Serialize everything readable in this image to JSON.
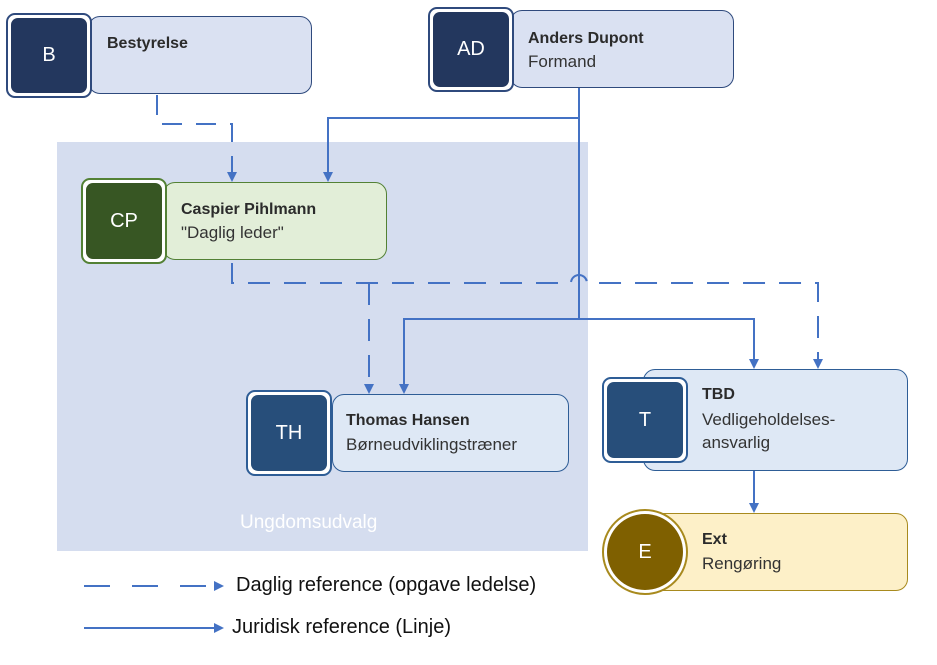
{
  "colors": {
    "connector": "#4472c4",
    "group_bg": "#d5ddef",
    "navy": "#23375e",
    "blue": "#274e7a",
    "green": "#375623",
    "gold": "#7f6000"
  },
  "group": {
    "label": "Ungdomsudvalg"
  },
  "nodes": {
    "bestyrelse": {
      "initials": "B",
      "name": "Bestyrelse",
      "role": ""
    },
    "anders": {
      "initials": "AD",
      "name": "Anders Dupont",
      "role": "Formand"
    },
    "caspier": {
      "initials": "CP",
      "name": "Caspier Pihlmann",
      "role": "\"Daglig leder\""
    },
    "thomas": {
      "initials": "TH",
      "name": "Thomas Hansen",
      "role": "Børneudviklingstræner"
    },
    "tbd": {
      "initials": "T",
      "name": "TBD",
      "role_line1": "Vedligeholdelses-",
      "role_line2": "ansvarlig"
    },
    "ext": {
      "initials": "E",
      "name": "Ext",
      "role": "Rengøring"
    }
  },
  "legend": {
    "dashed": "Daglig reference (opgave ledelse)",
    "solid": "Juridisk reference (Linje)"
  }
}
